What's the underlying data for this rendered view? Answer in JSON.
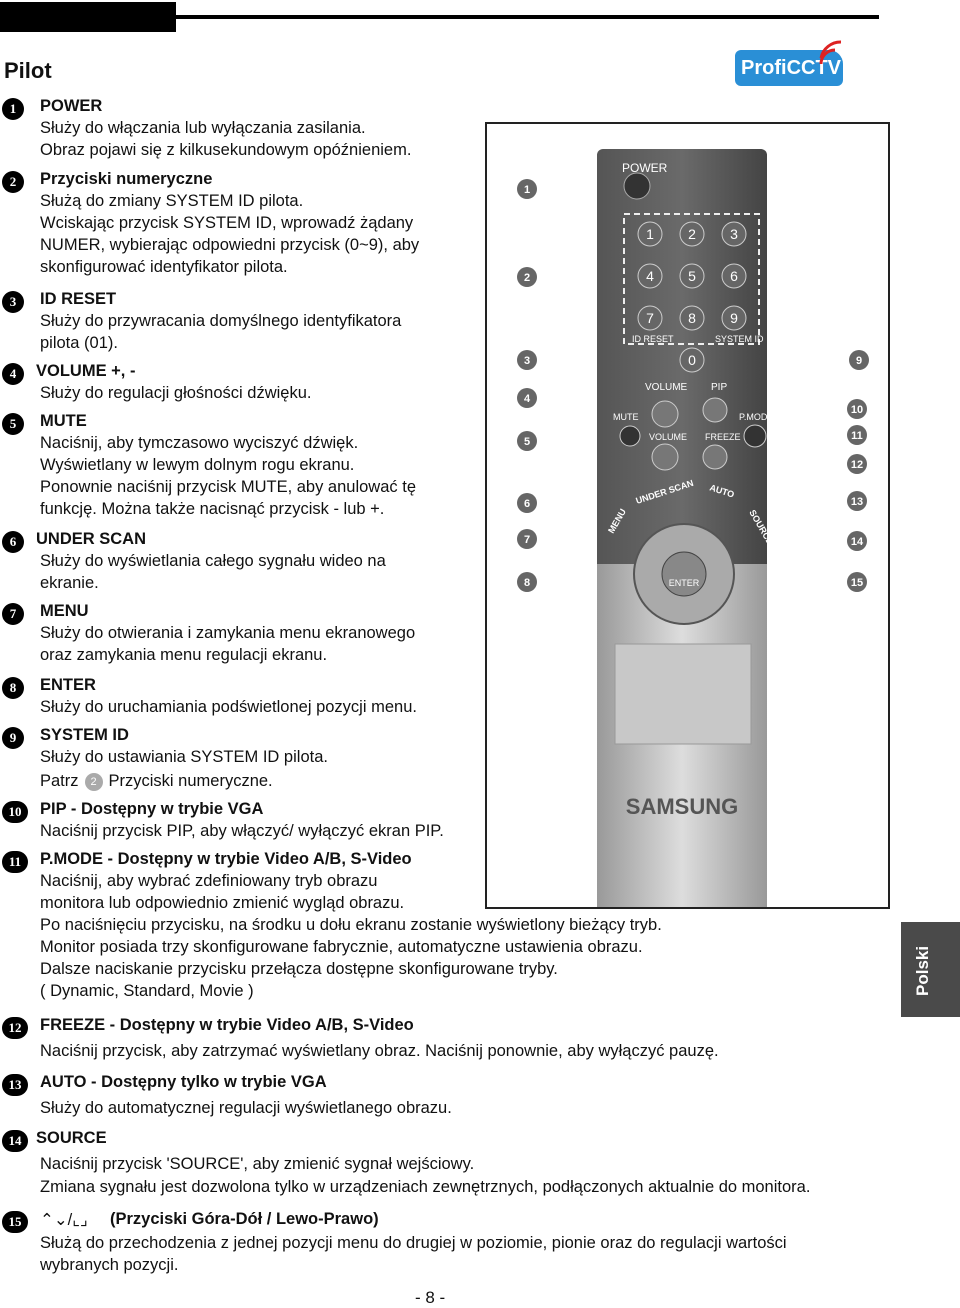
{
  "title": "Pilot",
  "logo": {
    "prefix": "Profi",
    "bold": "CCTV",
    "color": "#2a8fd6"
  },
  "side_tab": "Polski",
  "page_number": "- 8 -",
  "items": [
    {
      "n": "1",
      "head": "POWER",
      "lines": [
        "Służy do włączania lub wyłączania zasilania.",
        "Obraz pojawi się z kilkusekundowym opóźnieniem."
      ]
    },
    {
      "n": "2",
      "head": "Przyciski numeryczne",
      "lines": [
        "Służą do zmiany SYSTEM ID pilota.",
        "Wciskając przycisk SYSTEM ID, wprowadź żądany",
        "NUMER, wybierając odpowiedni przycisk (0~9), aby",
        "skonfigurować identyfikator pilota."
      ]
    },
    {
      "n": "3",
      "head": "ID RESET",
      "lines": [
        "Służy do przywracania domyślnego identyfikatora",
        "pilota (01)."
      ]
    },
    {
      "n": "4",
      "head": "VOLUME +,  -",
      "lines": [
        "Służy do regulacji głośności dźwięku."
      ]
    },
    {
      "n": "5",
      "head": "MUTE",
      "lines": [
        "Naciśnij, aby tymczasowo wyciszyć dźwięk.",
        "Wyświetlany w lewym dolnym rogu ekranu.",
        "Ponownie naciśnij przycisk MUTE, aby anulować tę",
        "funkcję. Można także nacisnąć przycisk - lub +."
      ]
    },
    {
      "n": "6",
      "head": "UNDER SCAN",
      "lines": [
        "Służy do wyświetlania całego sygnału wideo na",
        "ekranie."
      ]
    },
    {
      "n": "7",
      "head": "MENU",
      "lines": [
        "Służy do otwierania i zamykania menu ekranowego",
        "oraz zamykania menu regulacji ekranu."
      ]
    },
    {
      "n": "8",
      "head": "ENTER",
      "lines": [
        "Służy do uruchamiania podświetlonej pozycji menu."
      ]
    },
    {
      "n": "9",
      "head": "SYSTEM ID",
      "lines": [
        "Służy do ustawiania SYSTEM ID pilota."
      ],
      "ref_pre": "Patrz",
      "ref_num": "2",
      "ref_post": "Przyciski numeryczne."
    },
    {
      "n": "10",
      "head": "PIP - Dostępny w trybie VGA",
      "lines": [
        "Naciśnij przycisk PIP, aby włączyć/ wyłączyć ekran PIP."
      ]
    },
    {
      "n": "11",
      "head": "P.MODE - Dostępny w trybie Video A/B, S-Video",
      "lines": [
        "Naciśnij, aby wybrać zdefiniowany tryb obrazu",
        "monitora lub odpowiednio zmienić wygląd obrazu.",
        "Po naciśnięciu przycisku, na środku u dołu ekranu zostanie wyświetlony bieżący tryb.",
        "Monitor posiada trzy skonfigurowane fabrycznie, automatyczne ustawienia obrazu.",
        "Dalsze naciskanie przycisku przełącza dostępne skonfigurowane tryby.",
        "( Dynamic, Standard, Movie )"
      ]
    },
    {
      "n": "12",
      "head": "FREEZE - Dostępny w trybie Video A/B, S-Video",
      "lines": [
        "Naciśnij przycisk, aby zatrzymać wyświetlany obraz. Naciśnij ponownie, aby wyłączyć pauzę."
      ]
    },
    {
      "n": "13",
      "head": "AUTO - Dostępny tylko w trybie VGA",
      "lines": [
        "Służy do automatycznej regulacji wyświetlanego obrazu."
      ]
    },
    {
      "n": "14",
      "head": "SOURCE",
      "lines": [
        "Naciśnij przycisk 'SOURCE', aby zmienić sygnał wejściowy.",
        "Zmiana sygnału jest dozwolona tylko w urządzeniach zewnętrznych, podłączonych aktualnie do monitora."
      ]
    },
    {
      "n": "15",
      "head": "(Przyciski Góra-Dół / Lewo-Prawo)",
      "lines": [
        "Służą do przechodzenia z jednej pozycji menu do drugiej w poziomie, pionie oraz do regulacji wartości",
        "wybranych pozycji."
      ]
    }
  ],
  "remote": {
    "power": "POWER",
    "digits": [
      "1",
      "2",
      "3",
      "4",
      "5",
      "6",
      "7",
      "8",
      "9",
      "0"
    ],
    "id_reset": "ID RESET",
    "system_id": "SYSTEM ID",
    "volume": "VOLUME",
    "pip": "PIP",
    "mute": "MUTE",
    "p_mode": "P.MODE",
    "freeze": "FREEZE",
    "volume2": "VOLUME",
    "under_scan": "UNDER SCAN",
    "auto": "AUTO",
    "menu": "MENU",
    "source": "SOURCE",
    "enter": "ENTER",
    "brand": "SAMSUNG",
    "callouts": [
      "1",
      "2",
      "3",
      "4",
      "5",
      "6",
      "7",
      "8",
      "9",
      "10",
      "11",
      "12",
      "13",
      "14",
      "15"
    ]
  }
}
